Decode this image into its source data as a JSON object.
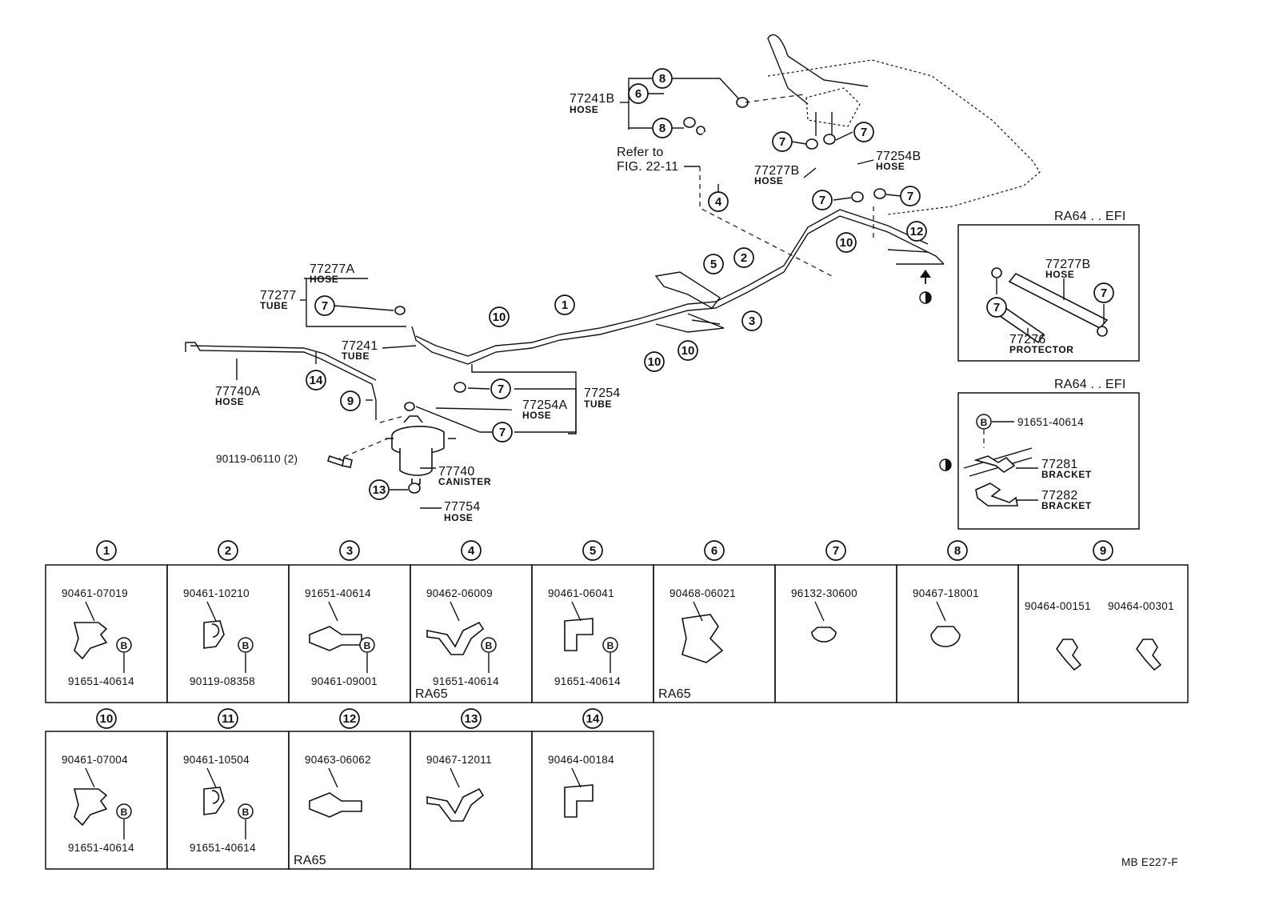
{
  "diagram": {
    "code": "MB  E227-F",
    "refer_line1": "Refer to",
    "refer_line2": "FIG. 22-11",
    "callouts": {
      "c1": "1",
      "c2": "2",
      "c3": "3",
      "c4": "4",
      "c5": "5",
      "c6": "6",
      "c7": "7",
      "c8": "8",
      "c9": "9",
      "c10": "10",
      "c11": "11",
      "c12": "12",
      "c13": "13",
      "c14": "14",
      "cB": "B"
    },
    "parts": {
      "p77241B": "77241B",
      "p77241B_sub": "HOSE",
      "p77277B": "77277B",
      "p77277B_sub": "HOSE",
      "p77254B": "77254B",
      "p77254B_sub": "HOSE",
      "p77277A": "77277A",
      "p77277A_sub": "HOSE",
      "p77277": "77277",
      "p77277_sub": "TUBE",
      "p77241": "77241",
      "p77241_sub": "TUBE",
      "p77740A": "77740A",
      "p77740A_sub": "HOSE",
      "p77254A": "77254A",
      "p77254A_sub": "HOSE",
      "p77254": "77254",
      "p77254_sub": "TUBE",
      "p90119": "90119-06110 (2)",
      "p77740": "77740",
      "p77740_sub": "CANISTER",
      "p77754": "77754",
      "p77754_sub": "HOSE"
    },
    "inset1": {
      "title": "RA64 . . EFI",
      "p77277B": "77277B",
      "p77277B_sub": "HOSE",
      "p77276": "77276",
      "p77276_sub": "PROTECTOR"
    },
    "inset2": {
      "title": "RA64 . . EFI",
      "pB": "91651-40614",
      "p77281": "77281",
      "p77281_sub": "BRACKET",
      "p77282": "77282",
      "p77282_sub": "BRACKET"
    },
    "table": {
      "row1": [
        {
          "num": "1",
          "parts": [
            "90461-07019",
            "91651-40614"
          ],
          "note": ""
        },
        {
          "num": "2",
          "parts": [
            "90461-10210",
            "90119-08358"
          ],
          "note": ""
        },
        {
          "num": "3",
          "parts": [
            "91651-40614",
            "90461-09001"
          ],
          "note": ""
        },
        {
          "num": "4",
          "parts": [
            "90462-06009",
            "91651-40614"
          ],
          "note": "RA65"
        },
        {
          "num": "5",
          "parts": [
            "90461-06041",
            "91651-40614"
          ],
          "note": ""
        },
        {
          "num": "6",
          "parts": [
            "90468-06021"
          ],
          "note": "RA65"
        },
        {
          "num": "7",
          "parts": [
            "96132-30600"
          ],
          "note": ""
        },
        {
          "num": "8",
          "parts": [
            "90467-18001"
          ],
          "note": ""
        },
        {
          "num": "9",
          "parts": [
            "90464-00151",
            "90464-00301"
          ],
          "note": ""
        }
      ],
      "row2": [
        {
          "num": "10",
          "parts": [
            "90461-07004",
            "91651-40614"
          ],
          "note": ""
        },
        {
          "num": "11",
          "parts": [
            "90461-10504",
            "91651-40614"
          ],
          "note": ""
        },
        {
          "num": "12",
          "parts": [
            "90463-06062"
          ],
          "note": "RA65"
        },
        {
          "num": "13",
          "parts": [
            "90467-12011"
          ],
          "note": ""
        },
        {
          "num": "14",
          "parts": [
            "90464-00184"
          ],
          "note": ""
        }
      ]
    }
  }
}
